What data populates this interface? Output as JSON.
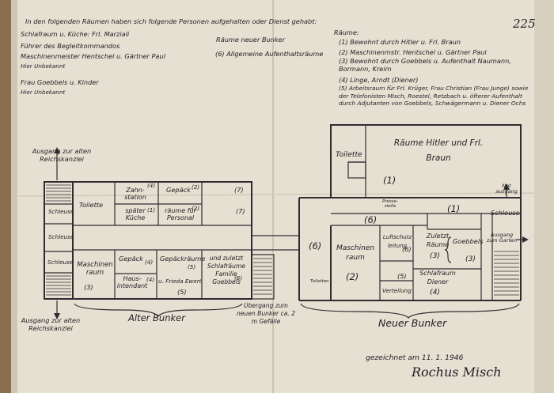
{
  "page_number": "225",
  "header_intro": "In den folgenden Räumen haben sich folgende Personen aufgehalten oder Dienst gehabt:",
  "left_list": [
    "Schlafraum u. Küche: Frl. Marziali",
    "Führer des Begleitkommandos",
    "Maschinenmeister Hentschel u. Gärtner Paul",
    "Hier Unbekannt",
    "Frau Goebbels u. Kinder",
    "Hier Unbekannt"
  ],
  "mid_heading_1": "Räume neuer Bunker",
  "mid_heading_2": "(6) Allgemeine Aufenthaltsräume",
  "right_heading": "Räume:",
  "right_list": [
    "(1) Bewohnt durch Hitler u. Frl. Braun",
    "(2) Maschinenmstr. Hentschel u. Gärtner Paul",
    "(3) Bewohnt durch Goebbels u. Aufenthalt Naumann, Bormann, Kreim",
    "(4) Linge, Arndt (Diener)",
    "(5) Arbeitsraum für Frl. Krüger, Frau Christian (Frau Junge) sowie der Telefonisten Misch, Roestel, Retzbach u. öfterer Aufenthalt durch Adjutanten von Goebbels, Schwägermann u. Diener Ochs"
  ],
  "plan": {
    "exit_top": "Ausgang zur alten Reichskanzlei",
    "exit_bottom": "Ausgang zur alten Reichskanzlei",
    "old_bunker_label": "Alter Bunker",
    "new_bunker_label": "Neuer Bunker",
    "passage_label": "Übergang zum neuen Bunker ca. 2 m Gefälle",
    "old": {
      "schleuse_top": "Schleuse",
      "schleuse_mid": "Schleuse",
      "schleuse_bottom": "Schleuse",
      "toilette": "Toilette",
      "zahnstation": "Zahn- station",
      "zahnstation_num": "(4)",
      "spaeter_kueche": "später Küche",
      "spaeter_num": "(1)",
      "gepaeck_top": "Gepäck",
      "gepaeck_top_num": "(2)",
      "raeume_personal": "räume für Personal",
      "raeume_personal_num": "(2)",
      "num7a": "(7)",
      "num7b": "(7)",
      "maschinenraum": "Maschinen raum",
      "maschinenraum_num": "(3)",
      "gepaeck_bottom": "Gepäck",
      "gepaeck_bottom_num": "(4)",
      "hausintendant": "Haus- intendant",
      "hausintendant_num": "(4)",
      "gepaeckraeume": "Gepäckräume",
      "gepaeckraeume_num": "(5)",
      "frieda_ewert": "u. Frieda Ewert",
      "frieda_num": "(5)",
      "schlafraeume": "und zuletzt Schlafräume Familie Goebbels",
      "schlafraeume_num": "(6)"
    },
    "new": {
      "toilette": "Toilette",
      "raeume_hitler": "Räume Hitler und Frl. Braun",
      "num1a": "(1)",
      "num1b": "(1)",
      "num6a": "(6)",
      "num6b": "(6)",
      "presse_label": "Presse- stelle",
      "notausgang": "Not ausgang",
      "schleuse": "Schleuse",
      "maschinenraum": "Maschinen raum",
      "maschinenraum_num": "(2)",
      "luftschutz": "Luftschutz leitung",
      "luftschutz_num": "(6)",
      "verteilung": "Verteilung",
      "verteilung_num": "(5)",
      "zuletzt": "Zuletzt Räume",
      "zuletzt_num": "(3)",
      "goebbels": "Goebbels",
      "goebbels_num": "(3)",
      "schlafraum_diener": "Schlafraum Diener",
      "diener_num": "(4)",
      "ausgang_garten": "Ausgang zum Garten",
      "toiletten_small": "Toiletten"
    }
  },
  "signature_line": "gezeichnet am 11. 1. 1946",
  "signature": "Rochus Misch"
}
